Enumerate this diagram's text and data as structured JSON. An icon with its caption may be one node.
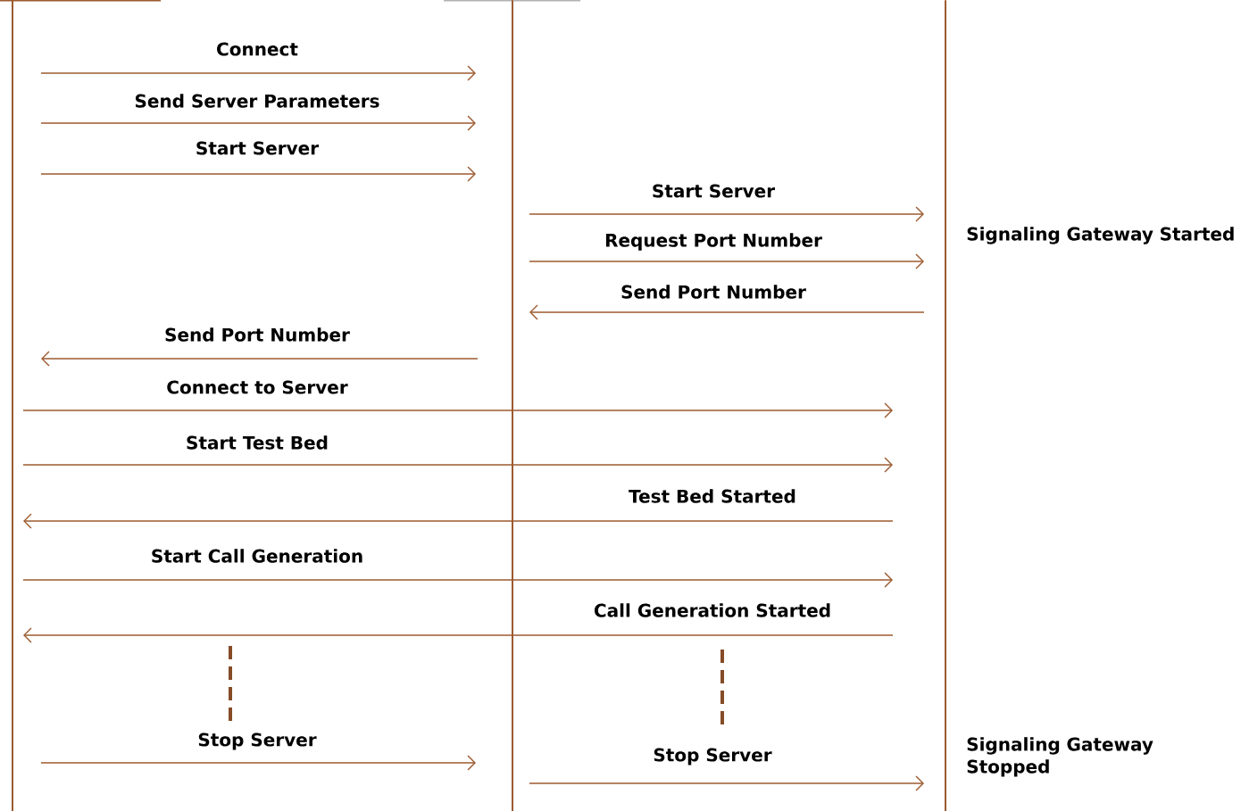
{
  "diagram": {
    "nodes": [
      {
        "text": [],
        "shape": "bar"
      },
      {
        "text": [],
        "shape": "bar"
      },
      {
        "text": [],
        "shape": "bar"
      }
    ],
    "edges": [
      {
        "from": 0,
        "to": 1,
        "arrow": "to",
        "label": "Connect"
      },
      {
        "from": 0,
        "to": 1,
        "arrow": "to",
        "label": "Send Server Parameters"
      },
      {
        "from": 0,
        "to": 1,
        "arrow": "to",
        "label": "Start Server"
      },
      {
        "from": 1,
        "to": 2,
        "arrow": "to",
        "label": "Start Server"
      },
      {
        "from": 1,
        "to": 2,
        "arrow": "to",
        "label": "Request Port Number"
      },
      {
        "from": 2,
        "to": 1,
        "arrow": "to",
        "label": "Send Port Number"
      },
      {
        "from": 1,
        "to": 0,
        "arrow": "to",
        "label": "Send Port Number"
      },
      {
        "from": 0,
        "to": 2,
        "arrow": "to",
        "label": "Connect to Server"
      },
      {
        "from": 0,
        "to": 2,
        "arrow": "to",
        "label": "Start Test Bed"
      },
      {
        "from": 2,
        "to": 0,
        "arrow": "to",
        "label": "Test Bed Started"
      },
      {
        "from": 0,
        "to": 2,
        "arrow": "to",
        "label": "Start Call Generation"
      },
      {
        "from": 2,
        "to": 0,
        "arrow": "to",
        "label": "Call Generation Started"
      },
      {
        "from": 0,
        "to": 1,
        "arrow": "to",
        "label": "Stop Server"
      },
      {
        "from": 1,
        "to": 2,
        "arrow": "to",
        "label": "Stop Server"
      }
    ],
    "labels": [
      "Signaling Gateway Started",
      "Signaling Gateway Stopped"
    ]
  }
}
